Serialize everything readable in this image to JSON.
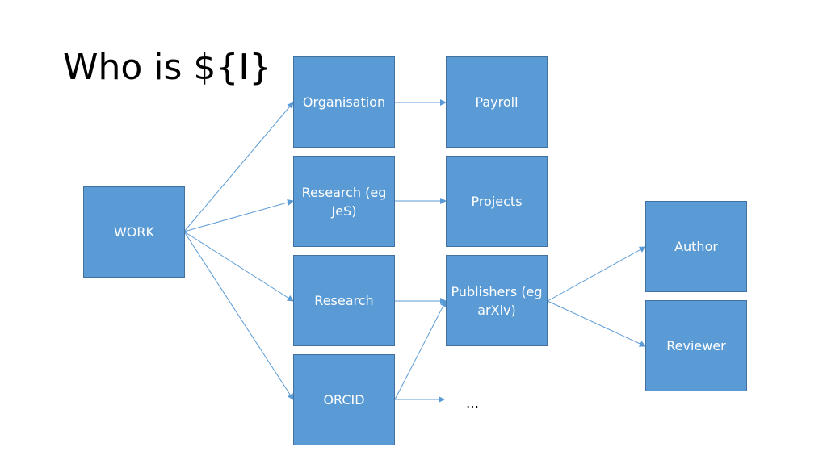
{
  "slide": {
    "title": "Who is ${I}"
  },
  "colors": {
    "node_fill": "#5b9bd5",
    "node_border": "#41719c",
    "connector": "#5b9bd5"
  },
  "diagram": {
    "nodes": {
      "work": {
        "label": "WORK"
      },
      "organisation": {
        "label": "Organisation"
      },
      "research_jes": {
        "label": "Research (eg JeS)"
      },
      "research": {
        "label": "Research"
      },
      "orcid": {
        "label": "ORCID"
      },
      "payroll": {
        "label": "Payroll"
      },
      "projects": {
        "label": "Projects"
      },
      "publishers": {
        "label": "Publishers (eg arXiv)"
      },
      "author": {
        "label": "Author"
      },
      "reviewer": {
        "label": "Reviewer"
      }
    },
    "unresolved_target": {
      "label": "…"
    },
    "edges": [
      {
        "from": "work",
        "to": "organisation"
      },
      {
        "from": "work",
        "to": "research_jes"
      },
      {
        "from": "work",
        "to": "research"
      },
      {
        "from": "work",
        "to": "orcid"
      },
      {
        "from": "organisation",
        "to": "payroll"
      },
      {
        "from": "research_jes",
        "to": "projects"
      },
      {
        "from": "research",
        "to": "publishers"
      },
      {
        "from": "orcid",
        "to": "publishers"
      },
      {
        "from": "orcid",
        "to": "unresolved_target"
      },
      {
        "from": "publishers",
        "to": "author"
      },
      {
        "from": "publishers",
        "to": "reviewer"
      }
    ]
  }
}
